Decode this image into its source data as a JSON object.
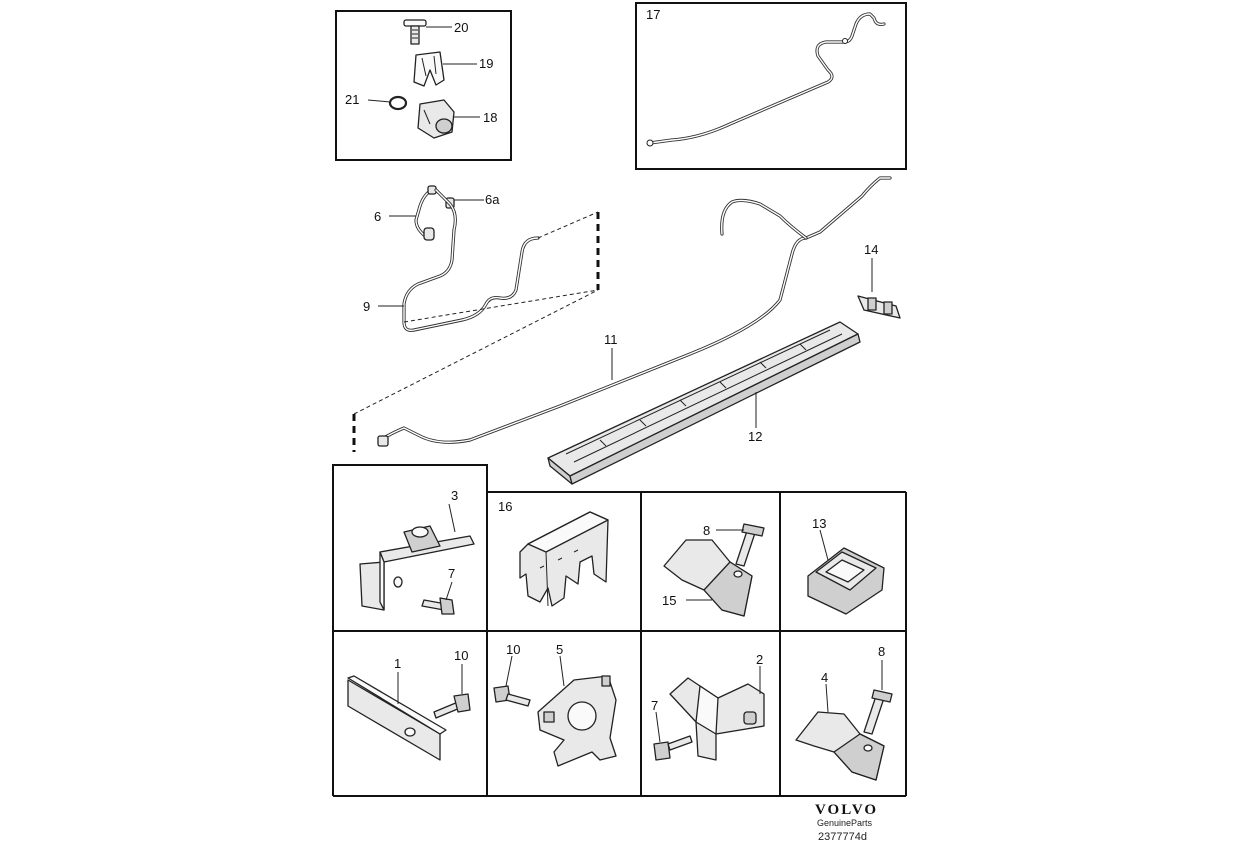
{
  "callouts": {
    "c1": "1",
    "c2": "2",
    "c3": "3",
    "c4": "4",
    "c5": "5",
    "c6": "6",
    "c6a": "6a",
    "c7a": "7",
    "c7b": "7",
    "c8a": "8",
    "c8b": "8",
    "c9": "9",
    "c10a": "10",
    "c10b": "10",
    "c11": "11",
    "c12": "12",
    "c13": "13",
    "c14": "14",
    "c15": "15",
    "c16": "16",
    "c17": "17",
    "c18": "18",
    "c19": "19",
    "c20": "20",
    "c21": "21"
  },
  "footer": {
    "brand": "VOLVO",
    "subtitle": "GenuineParts",
    "reference": "2377774d"
  },
  "colors": {
    "line": "#111111",
    "background": "#ffffff",
    "part_fill": "#e9e9e9"
  }
}
